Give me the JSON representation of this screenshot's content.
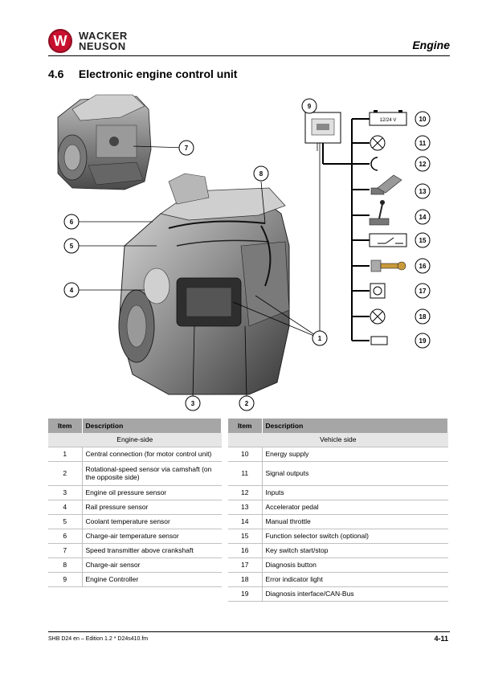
{
  "header": {
    "brand_line1": "WACKER",
    "brand_line2": "NEUSON",
    "chapter": "Engine"
  },
  "section": {
    "number": "4.6",
    "title": "Electronic engine control unit"
  },
  "callouts": [
    "1",
    "2",
    "3",
    "4",
    "5",
    "6",
    "7",
    "8",
    "9",
    "10",
    "11",
    "12",
    "13",
    "14",
    "15",
    "16",
    "17",
    "18",
    "19"
  ],
  "battery_label": "12/24 V",
  "table_headers": {
    "item": "Item",
    "description": "Description"
  },
  "left_table": {
    "group": "Engine-side",
    "rows": [
      {
        "item": "1",
        "desc": "Central connection (for motor control unit)"
      },
      {
        "item": "2",
        "desc": "Rotational-speed sensor via camshaft (on the opposite side)"
      },
      {
        "item": "3",
        "desc": "Engine oil pressure sensor"
      },
      {
        "item": "4",
        "desc": "Rail pressure sensor"
      },
      {
        "item": "5",
        "desc": "Coolant temperature sensor"
      },
      {
        "item": "6",
        "desc": "Charge-air temperature sensor"
      },
      {
        "item": "7",
        "desc": "Speed transmitter above crankshaft"
      },
      {
        "item": "8",
        "desc": "Charge-air sensor"
      },
      {
        "item": "9",
        "desc": "Engine Controller"
      }
    ]
  },
  "right_table": {
    "group": "Vehicle side",
    "rows": [
      {
        "item": "10",
        "desc": "Energy supply"
      },
      {
        "item": "11",
        "desc": "Signal outputs"
      },
      {
        "item": "12",
        "desc": "Inputs"
      },
      {
        "item": "13",
        "desc": "Accelerator pedal"
      },
      {
        "item": "14",
        "desc": "Manual throttle"
      },
      {
        "item": "15",
        "desc": "Function selector switch (optional)"
      },
      {
        "item": "16",
        "desc": "Key switch start/stop"
      },
      {
        "item": "17",
        "desc": "Diagnosis button"
      },
      {
        "item": "18",
        "desc": "Error indicator light"
      },
      {
        "item": "19",
        "desc": "Diagnosis interface/CAN-Bus"
      }
    ]
  },
  "footer": {
    "left": "SHB D24 en – Edition 1.2 * D24s410.fm",
    "right": "4-11"
  }
}
